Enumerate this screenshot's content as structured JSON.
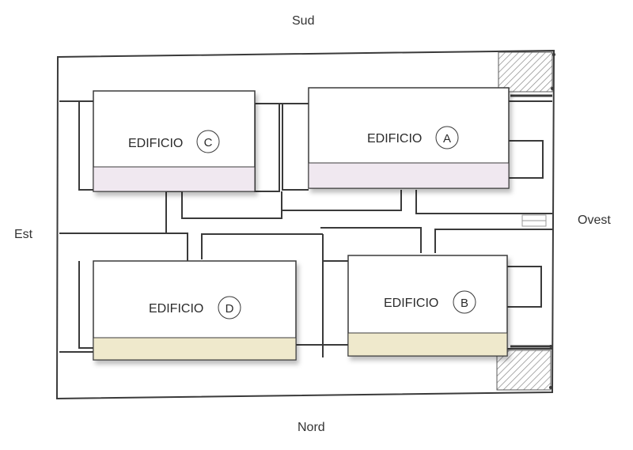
{
  "compass": {
    "south": "Sud",
    "north": "Nord",
    "east": "Est",
    "west": "Ovest"
  },
  "buildings": {
    "a": {
      "label": "EDIFICIO",
      "letter": "A"
    },
    "b": {
      "label": "EDIFICIO",
      "letter": "B"
    },
    "c": {
      "label": "EDIFICIO",
      "letter": "C"
    },
    "d": {
      "label": "EDIFICIO",
      "letter": "D"
    }
  },
  "colors": {
    "north_band": "#efe9cc",
    "south_band": "#f0e8f0",
    "wall": "#3a3a3a",
    "hatch": "#8a8a8a"
  }
}
